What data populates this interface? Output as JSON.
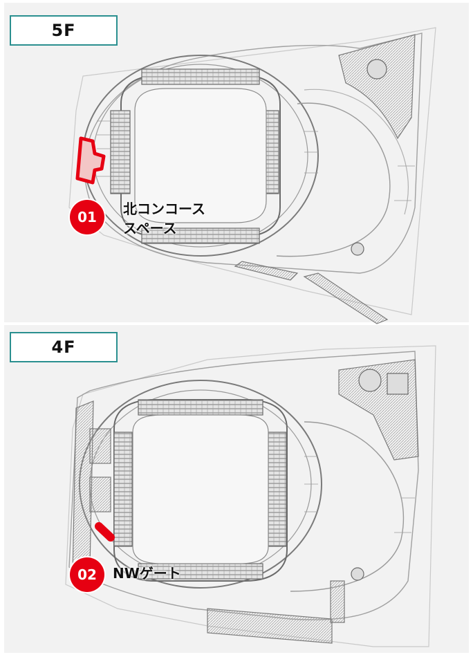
{
  "floors": [
    {
      "label": "5F",
      "spot": {
        "number": "01",
        "name": "北コンコース\nスペース"
      }
    },
    {
      "label": "4F",
      "spot": {
        "number": "02",
        "name": "NWゲート"
      }
    }
  ],
  "colors": {
    "marker": "#e60012",
    "label_border": "#2a8f8f",
    "map_line": "#8a8a8a",
    "background": "#f2f2f2"
  }
}
